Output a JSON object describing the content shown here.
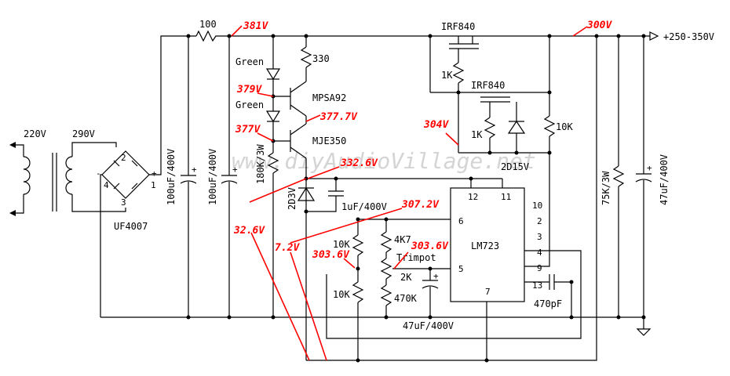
{
  "watermark": "www.diyAudioVillage.net",
  "colors": {
    "wire": "#000000",
    "annotation": "#ff0000",
    "watermark": "#d4d4d4"
  },
  "components": {
    "r_in": "100",
    "r_330": "330",
    "led_top": "Green",
    "led_bottom": "Green",
    "q_mpsa92": "MPSA92",
    "q_mje350": "MJE350",
    "r_180k": "180K/3W",
    "zener_2d3v": "2D3V",
    "cap_1uf": "1uF/400V",
    "mosfet_top": "IRF840",
    "mosfet_bottom": "IRF840",
    "r_1k_top": "1K",
    "r_1k_bottom": "1K",
    "r_10k_right": "10K",
    "zener_2d15v": "2D15V",
    "r_10k_a": "10K",
    "r_10k_b": "10K",
    "r_4k7": "4K7",
    "trimpot": "Trimpot",
    "r_2k": "2K",
    "r_470k": "470K",
    "cap_47uf_mid": "47uF/400V",
    "cap_470pf": "470pF",
    "r_75k": "75K/3W",
    "cap_47uf_out": "47uF/400V",
    "cap_100uf_a": "100uF/400V",
    "cap_100uf_b": "100uF/400V",
    "transformer_primary": "220V",
    "transformer_secondary": "290V",
    "bridge": "UF4007",
    "output": "+250-350V"
  },
  "bridge_pins": {
    "p1": "1",
    "p2": "2",
    "p3": "3",
    "p4": "4",
    "plus": "+",
    "minus": "-"
  },
  "ic": {
    "name": "LM723",
    "pins": {
      "p2": "2",
      "p3": "3",
      "p4": "4",
      "p5": "5",
      "p6": "6",
      "p7": "7",
      "p9": "9",
      "p10": "10",
      "p11": "11",
      "p12": "12",
      "p13": "13"
    }
  },
  "voltages": {
    "v381": "381V",
    "v300": "300V",
    "v379": "379V",
    "v377_7": "377.7V",
    "v377": "377V",
    "v304": "304V",
    "v332_6": "332.6V",
    "v307_2": "307.2V",
    "v32_6": "32.6V",
    "v7_2": "7.2V",
    "v303_6_a": "303.6V",
    "v303_6_b": "303.6V"
  }
}
